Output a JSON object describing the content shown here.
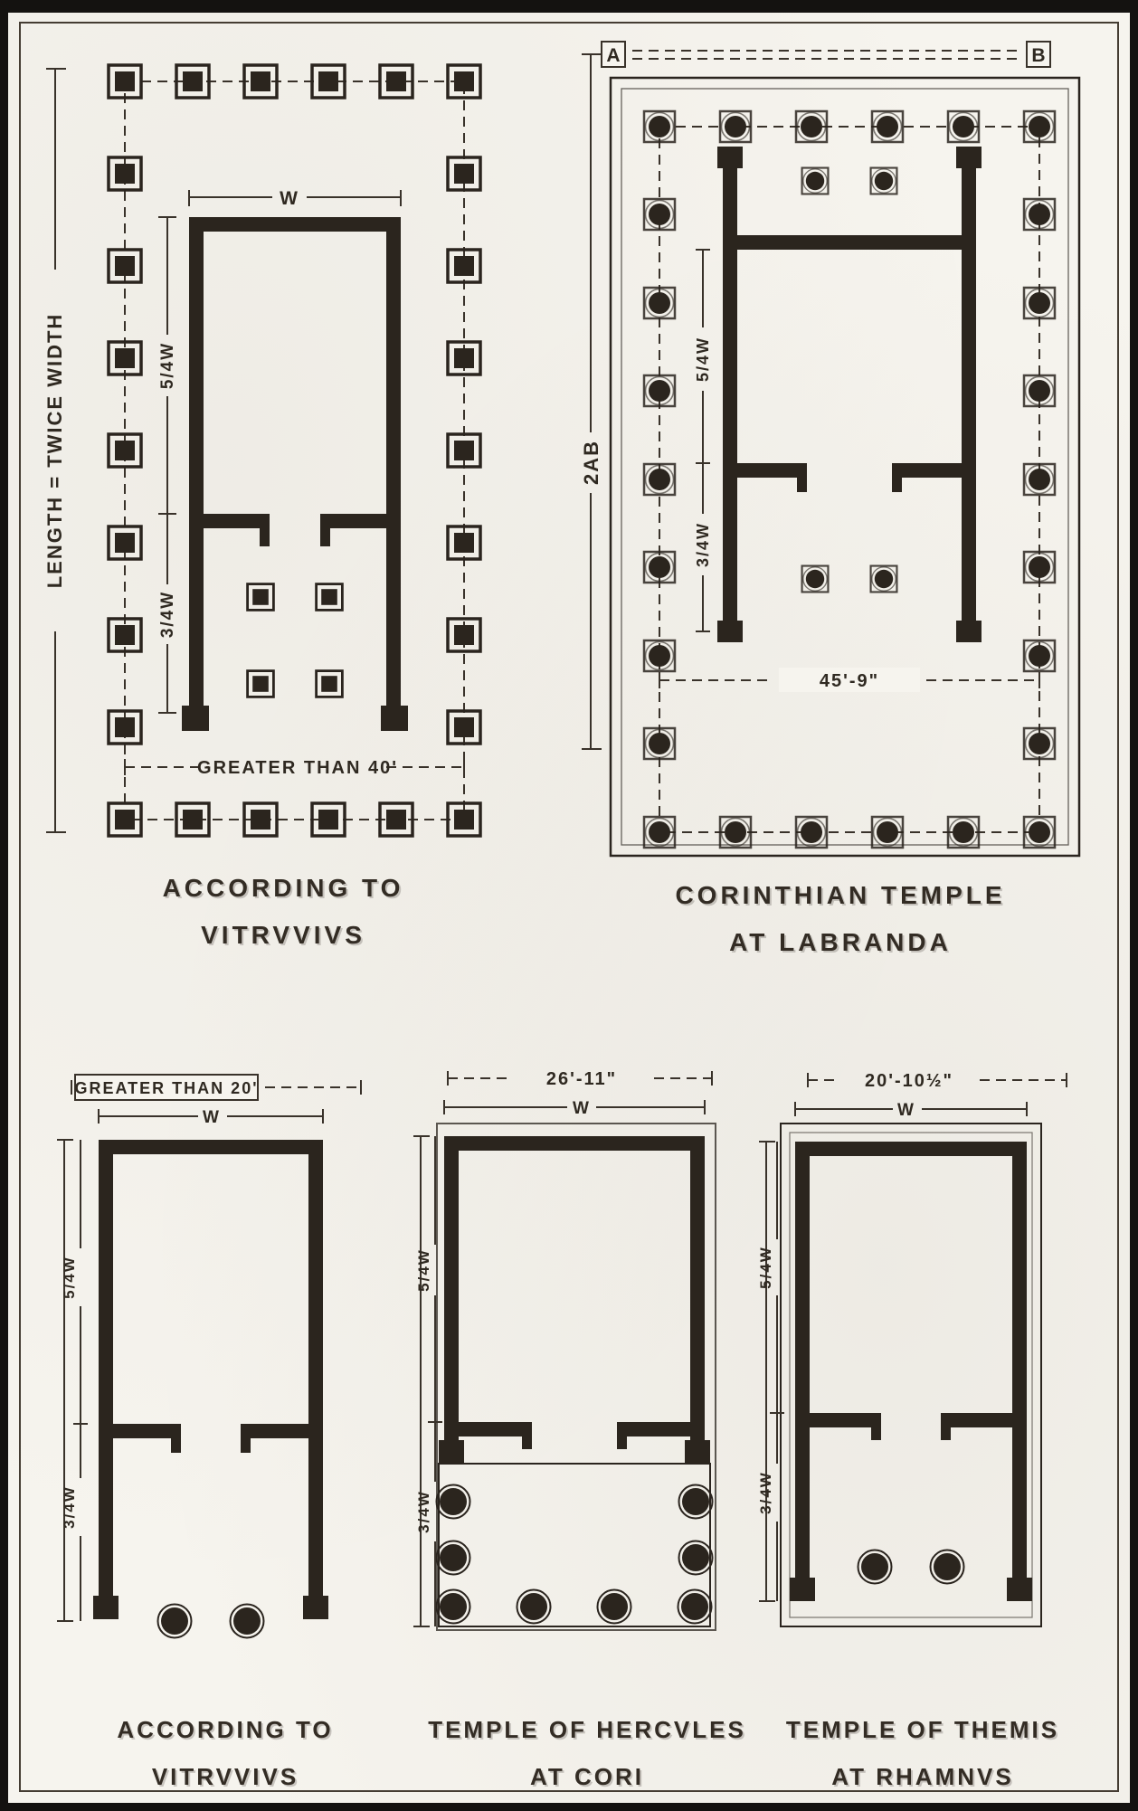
{
  "plate": {
    "paper_color": "#f6f4ee",
    "ink_color": "#2a241e"
  },
  "plans": {
    "p1": {
      "name": "peripteral-temple-vitruvius",
      "side_note": "LENGTH = TWICE WIDTH",
      "width_label": "W",
      "naos_dim": "5/4W",
      "pronaos_dim": "3/4W",
      "front_dim": "GREATER THAN 40'",
      "caption": [
        "ACCORDING TO",
        "VITRVVIVS"
      ]
    },
    "p2": {
      "name": "corinthian-temple-labranda",
      "point_a": "A",
      "point_b": "B",
      "side_dim": "2AB",
      "naos_dim": "5/4W",
      "pronaos_dim": "3/4W",
      "front_dim": "45'-9\"",
      "caption": [
        "CORINTHIAN TEMPLE",
        "AT LABRANDA"
      ]
    },
    "p3": {
      "name": "prostyle-temple-vitruvius",
      "top_dim": "GREATER THAN 20'",
      "width_label": "W",
      "naos_dim": "5/4W",
      "pronaos_dim": "3/4W",
      "caption": [
        "ACCORDING TO",
        "VITRVVIVS"
      ]
    },
    "p4": {
      "name": "temple-of-hercules-cori",
      "top_dim": "26'-11\"",
      "width_label": "W",
      "naos_dim": "5/4W",
      "pronaos_dim": "3/4W",
      "caption": [
        "TEMPLE OF HERCVLES",
        "AT CORI"
      ]
    },
    "p5": {
      "name": "temple-of-themis-rhamnus",
      "top_dim": "20'-10½\"",
      "width_label": "W",
      "naos_dim": "5/4W",
      "pronaos_dim": "3/4W",
      "caption": [
        "TEMPLE OF THEMIS",
        "AT RHAMNVS"
      ]
    }
  }
}
